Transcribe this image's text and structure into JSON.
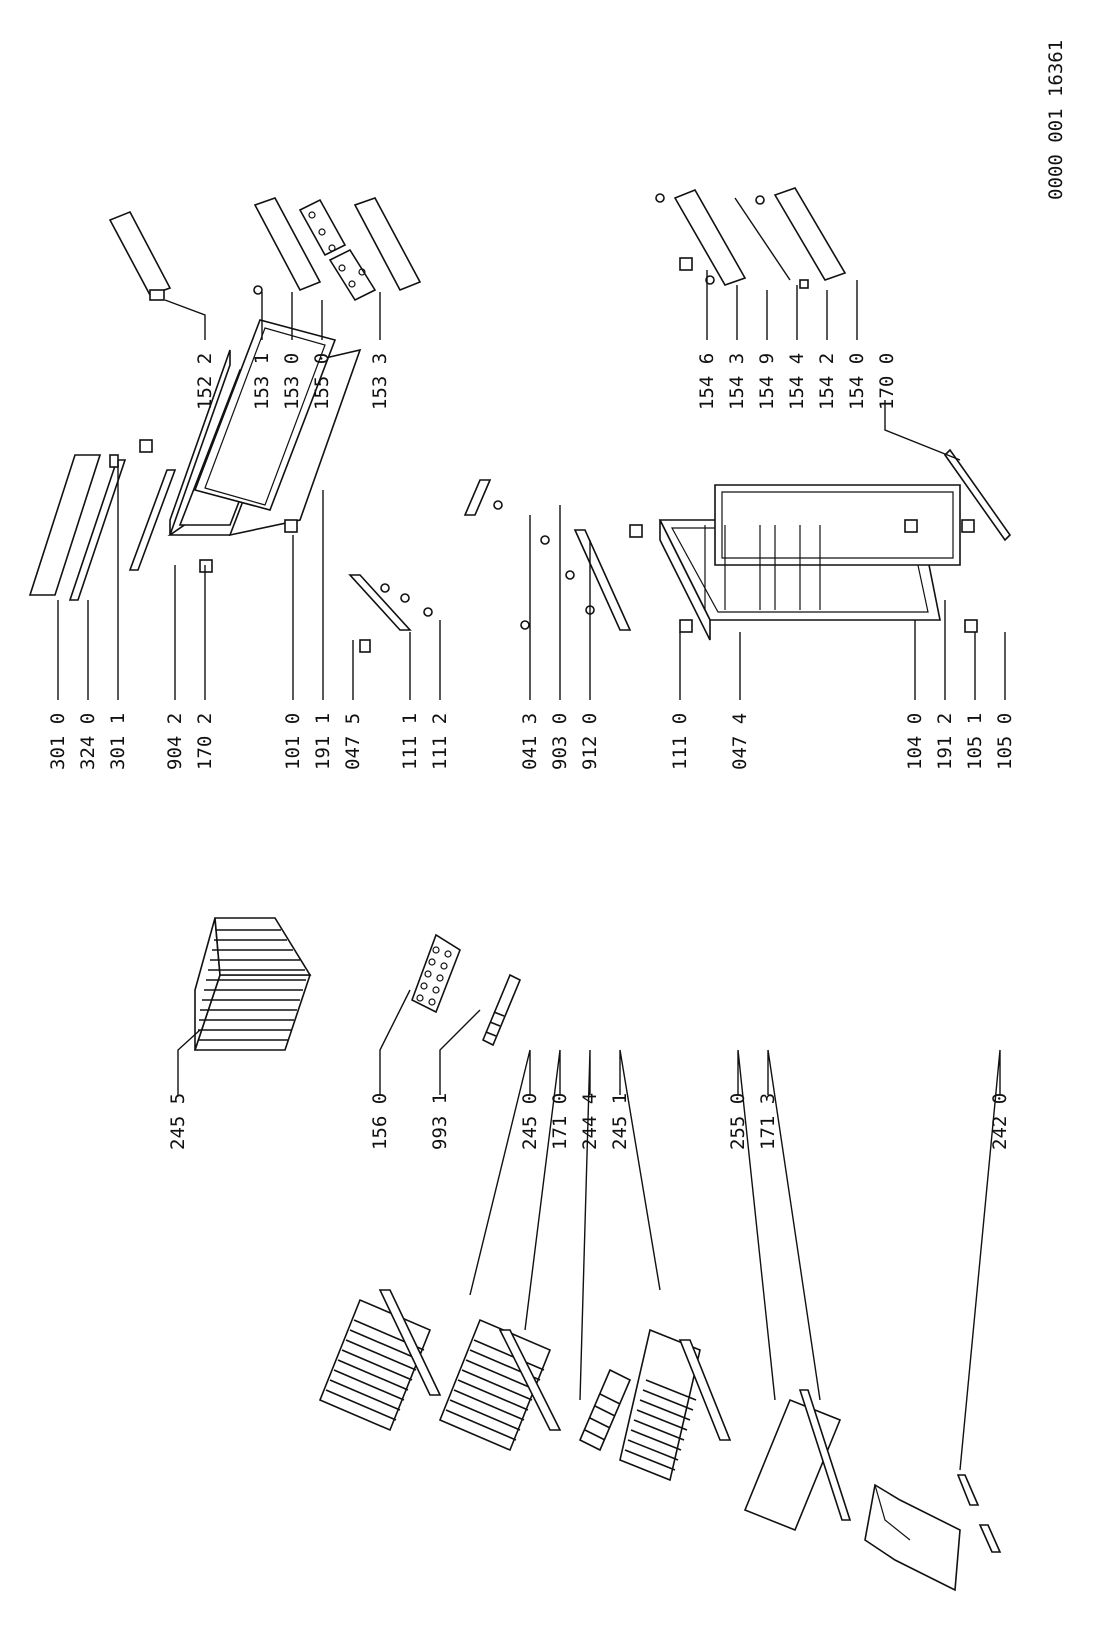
{
  "document": {
    "reference": "0000 001 16361"
  },
  "part_labels": [
    "245 5",
    "156 0",
    "993 1",
    "245 0",
    "171 0",
    "244 4",
    "245 1",
    "255 0",
    "171 3",
    "242 0",
    "301 0",
    "324 0",
    "301 1",
    "904 2",
    "170 2",
    "101 0",
    "191 1",
    "047 5",
    "111 1",
    "111 2",
    "041 3",
    "903 0",
    "912 0",
    "111 0",
    "047 4",
    "104 0",
    "191 2",
    "105 1",
    "105 0",
    "152 2",
    "153 1",
    "153 0",
    "155 0",
    "153 3",
    "154 6",
    "154 3",
    "154 9",
    "154 4",
    "154 2",
    "154 0",
    "170 0"
  ]
}
